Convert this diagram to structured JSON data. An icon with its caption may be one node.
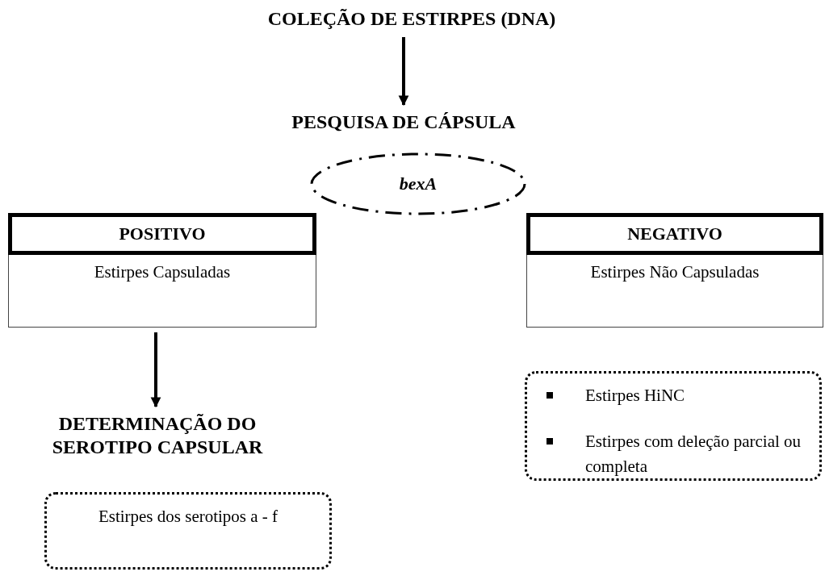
{
  "diagram": {
    "nodes": [
      {
        "text": [
          "COLEÇÃO DE ESTIRPES (DNA)"
        ]
      },
      {
        "text": [
          "PESQUISA DE CÁPSULA"
        ]
      },
      {
        "text": [
          "bexA"
        ]
      },
      {
        "text": [
          "POSITIVO",
          "Estirpes Capsuladas"
        ]
      },
      {
        "text": [
          "NEGATIVO",
          "Estirpes Não Capsuladas"
        ]
      },
      {
        "text": [
          "DETERMINAÇÃO DO SEROTIPO CAPSULAR"
        ]
      },
      {
        "text": [
          "Estirpes dos serotipos a - f"
        ]
      },
      {
        "text": [
          "Estirpes HiNC",
          "Estirpes com deleção parcial ou completa"
        ]
      }
    ],
    "edges": [
      {
        "from": 0,
        "to": 1,
        "arrow": "to"
      },
      {
        "from": 3,
        "to": 5,
        "arrow": "to"
      }
    ]
  }
}
